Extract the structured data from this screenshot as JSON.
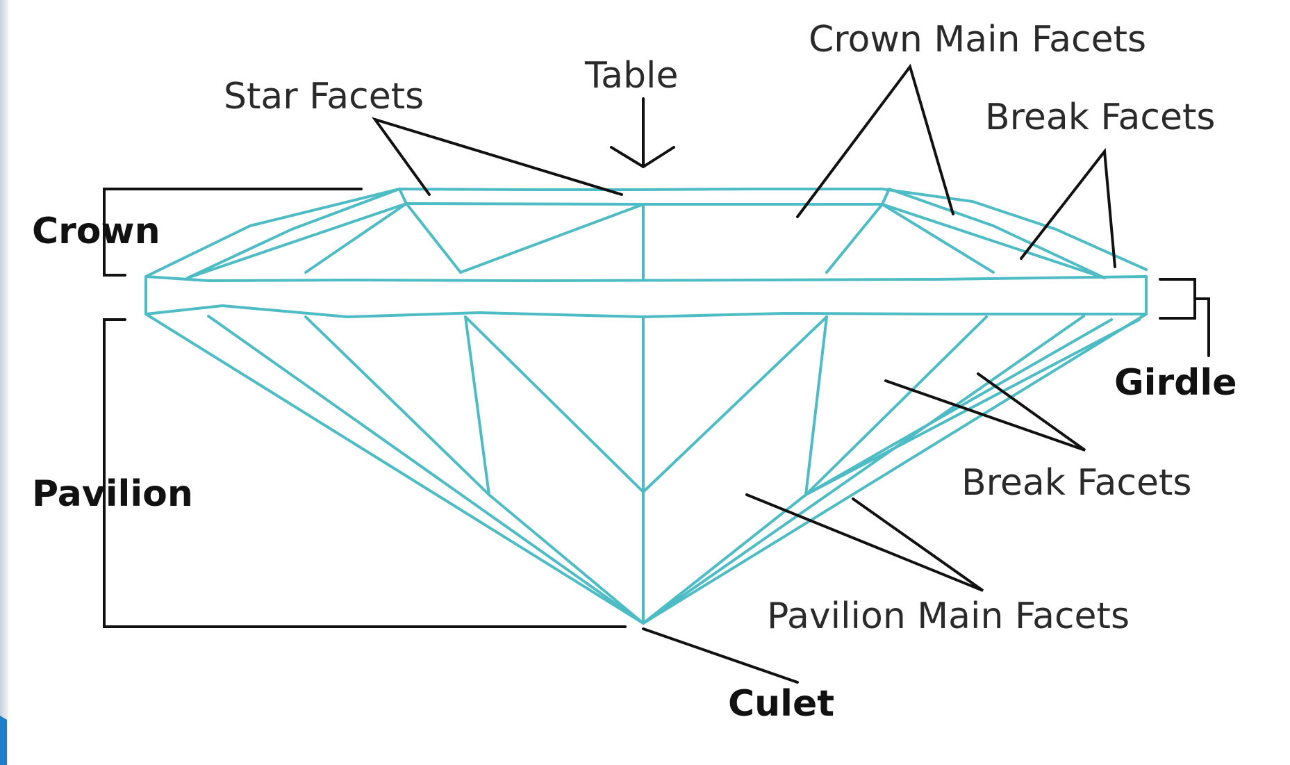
{
  "colors": {
    "facet_line": "#4dbcc4",
    "leader_line": "#111111",
    "text": "#2a2a2a",
    "left_edge_gradient": [
      "#c8d0d8",
      "#f2f4f6"
    ],
    "corner_mark": "#1e7ec8"
  },
  "labels": {
    "table": "Table",
    "star_facets": "Star Facets",
    "crown_main_facets": "Crown Main Facets",
    "break_facets_top": "Break Facets",
    "crown": "Crown",
    "girdle": "Girdle",
    "pavilion": "Pavilion",
    "break_facets_bottom": "Break Facets",
    "pavilion_main_facets": "Pavilion Main Facets",
    "culet": "Culet"
  }
}
